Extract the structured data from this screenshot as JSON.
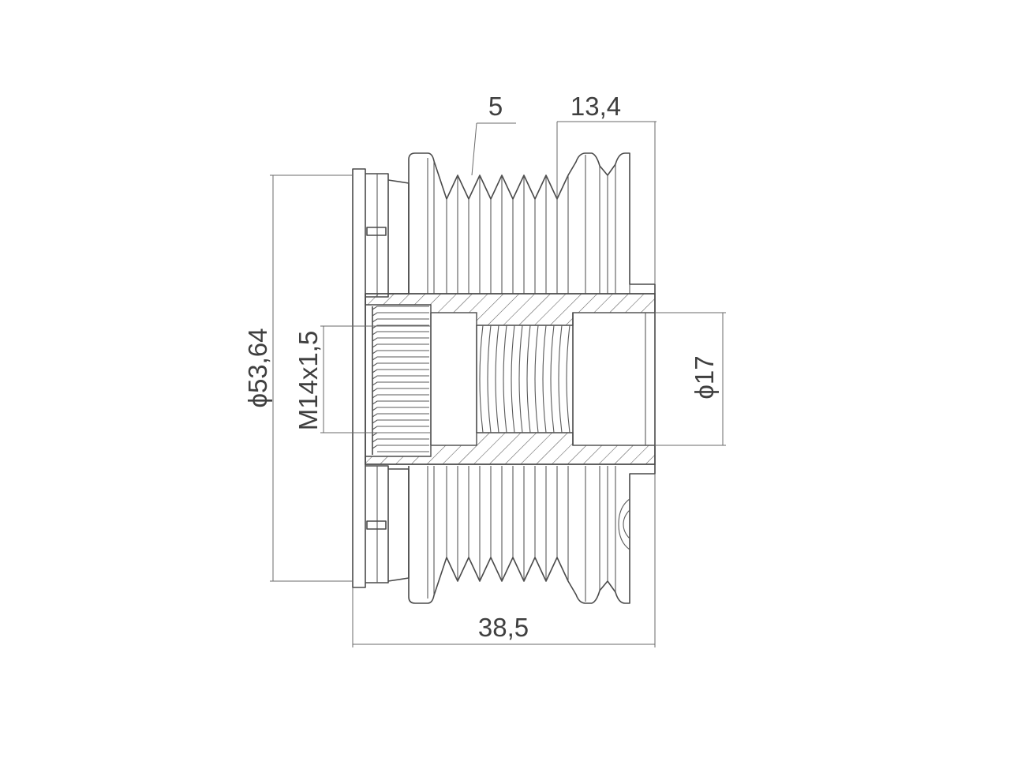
{
  "dimensions": {
    "groove_pitch": "5",
    "right_offset": "13,4",
    "outer_diameter": "ϕ53,64",
    "thread": "M14x1,5",
    "bore_diameter": "ϕ17",
    "overall_length": "38,5"
  },
  "colors": {
    "line": "#4a4a4a",
    "dimension_line": "#6a6a6a",
    "text": "#3f3f3f",
    "background": "#ffffff"
  }
}
